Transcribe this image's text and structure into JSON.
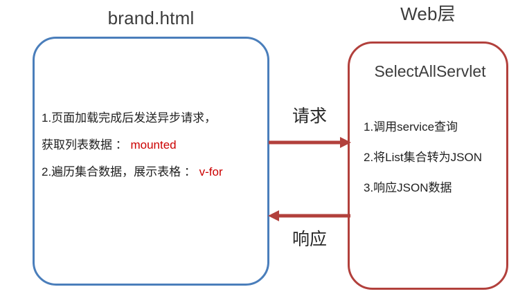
{
  "diagram": {
    "type": "flow-sequence",
    "background": "#ffffff",
    "colors": {
      "client_border": "#4a7ebb",
      "server_border": "#b2403c",
      "arrow": "#b2403c",
      "accent_text": "#cc0000",
      "body_text": "#1f1f1f",
      "title_text": "#3c3c3c"
    }
  },
  "client": {
    "title": "brand.html",
    "steps": [
      {
        "text": "1.页面加载完成后发送异步请求，",
        "accent": ""
      },
      {
        "text": "获取列表数据 ：",
        "accent": "mounted"
      },
      {
        "text": "2.遍历集合数据，展示表格 ：",
        "accent": "v-for"
      }
    ]
  },
  "server": {
    "title": "Web层",
    "heading": "SelectAllServlet",
    "steps": [
      "1.调用service查询",
      "2.将List集合转为JSON",
      "3.响应JSON数据"
    ]
  },
  "arrows": [
    {
      "label": "请求",
      "direction": "right"
    },
    {
      "label": "响应",
      "direction": "left"
    }
  ]
}
